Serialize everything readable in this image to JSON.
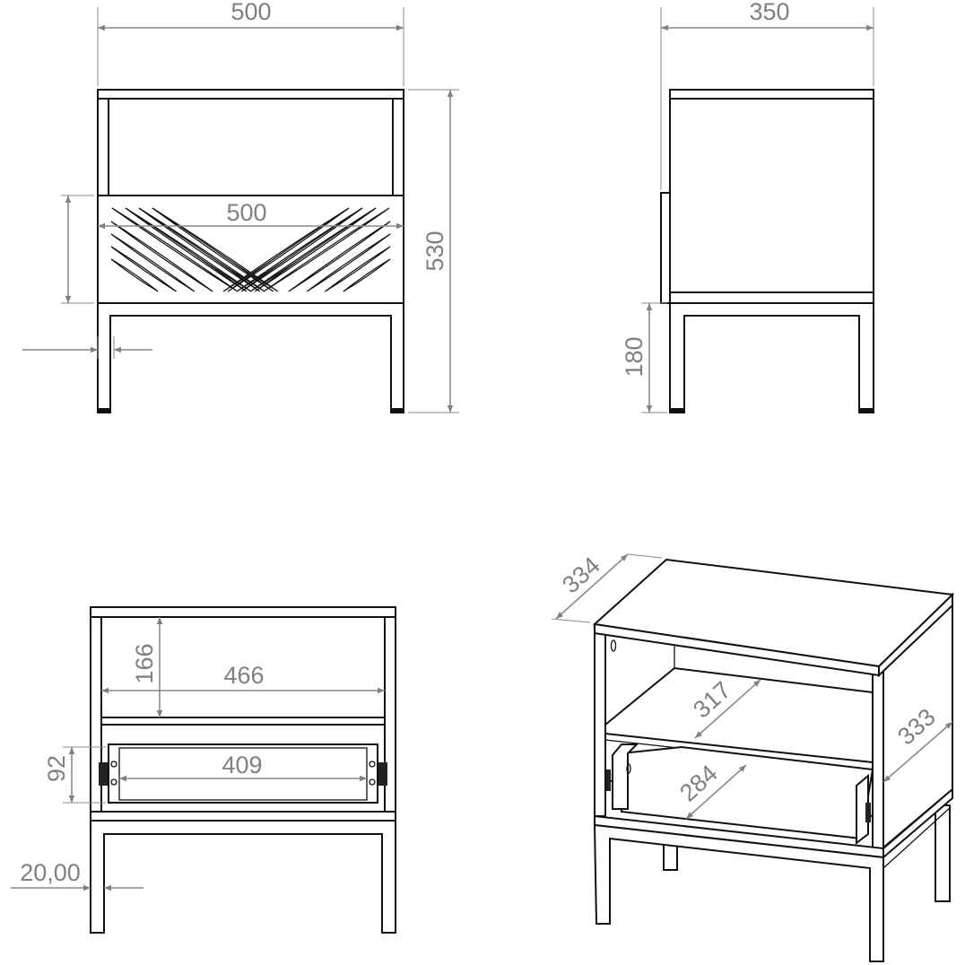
{
  "front_view": {
    "width_top": "500",
    "drawer_width": "500",
    "height": "530"
  },
  "side_view": {
    "depth": "350",
    "leg_height": "180"
  },
  "open_front_view": {
    "shelf_clearance": "166",
    "inner_width": "466",
    "drawer_height": "92",
    "drawer_inner_width": "409",
    "leg_size": "20,00"
  },
  "isometric_view": {
    "top_depth": "334",
    "shelf_depth": "317",
    "side_depth": "333",
    "drawer_depth": "284"
  },
  "colors": {
    "line": "#111111",
    "dimension": "#808080"
  }
}
